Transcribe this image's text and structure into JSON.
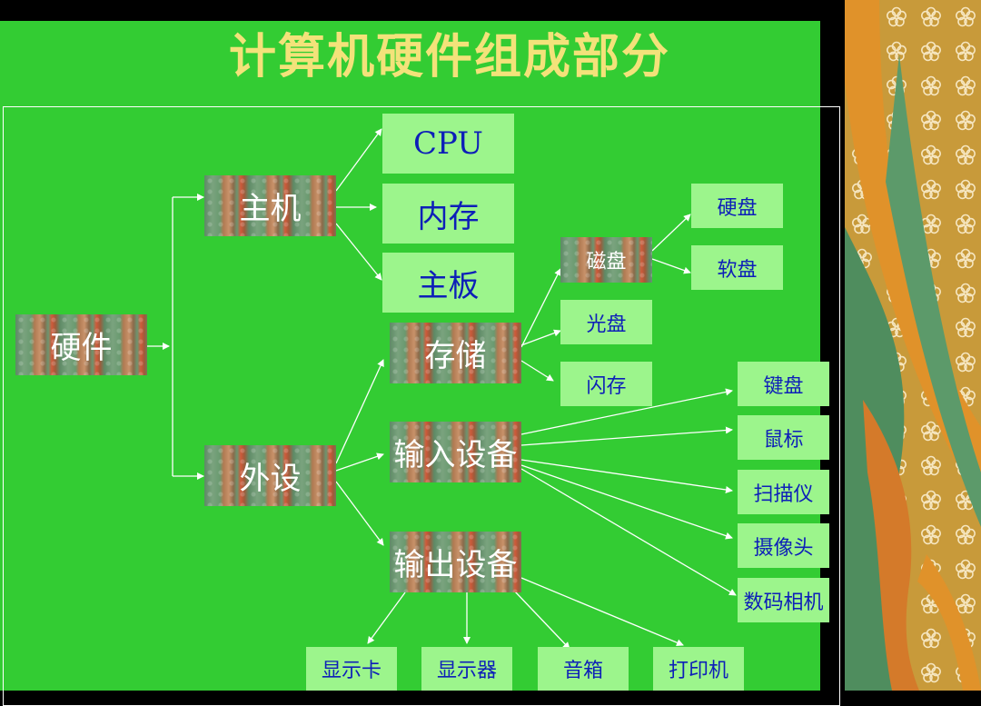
{
  "title": "计算机硬件组成部分",
  "nodes": {
    "hardware": "硬件",
    "host": "主机",
    "peripherals": "外设",
    "cpu": "CPU",
    "memory": "内存",
    "motherboard": "主板",
    "storage": "存储",
    "input_devices": "输入设备",
    "output_devices": "输出设备",
    "disk": "磁盘",
    "optical_disc": "光盘",
    "flash_storage": "闪存",
    "hard_disk": "硬盘",
    "floppy_disk": "软盘",
    "keyboard": "键盘",
    "mouse": "鼠标",
    "scanner": "扫描仪",
    "camera": "摄像头",
    "digital_camera": "数码相机",
    "graphics_card": "显示卡",
    "monitor": "显示器",
    "speaker": "音箱",
    "printer": "打印机"
  },
  "colors": {
    "background": "#33cc33",
    "title": "#f3e27a",
    "leaf_fill": "#9cf58c",
    "leaf_text": "#0d1fb8",
    "arrow": "#ffffff"
  }
}
